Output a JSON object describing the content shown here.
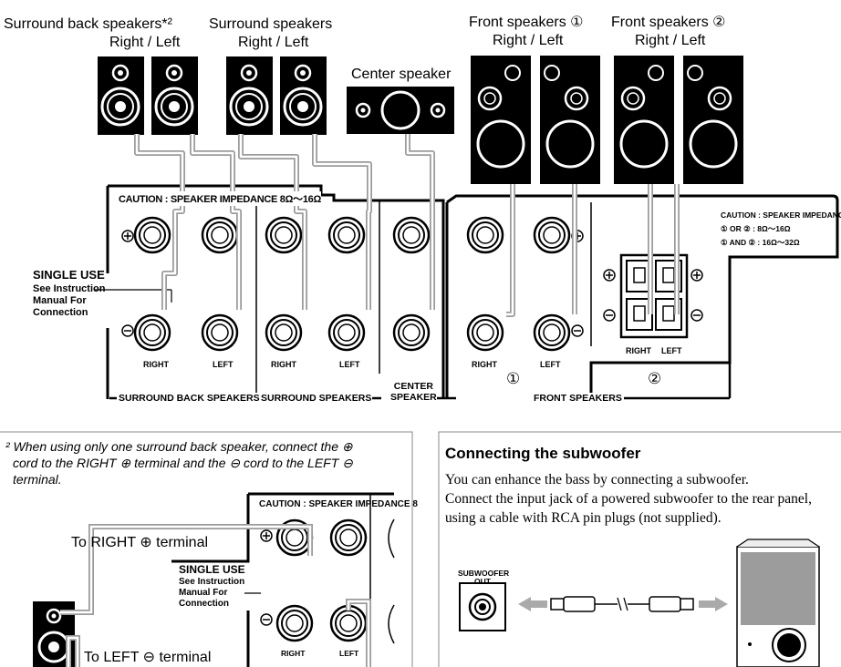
{
  "speaker_labels": {
    "surround_back": "Surround back speakers*²",
    "surround_back_sub": "Right / Left",
    "surround": "Surround speakers",
    "surround_sub": "Right / Left",
    "center": "Center speaker",
    "front1": "Front speakers ①",
    "front1_sub": "Right / Left",
    "front2": "Front speakers ②",
    "front2_sub": "Right / Left"
  },
  "panel": {
    "caution_main": "CAUTION : SPEAKER  IMPEDANCE 8Ω～16Ω",
    "single_use": "SINGLE USE",
    "single_use_note_1": "See Instruction",
    "single_use_note_2": "Manual For",
    "single_use_note_3": "Connection",
    "right": "RIGHT",
    "left": "LEFT",
    "surround_back_speakers": "SURROUND BACK SPEAKERS",
    "surround_speakers": "SURROUND SPEAKERS",
    "center_1": "CENTER",
    "center_2": "SPEAKER",
    "front_speakers": "FRONT SPEAKERS",
    "num1": "①",
    "num2": "②",
    "caution_right_1": "CAUTION : SPEAKER  IMPEDANCE",
    "caution_right_2": "① OR ② :  8Ω～16Ω",
    "caution_right_3": "① AND ② :  16Ω～32Ω"
  },
  "footnote": {
    "line1": "² When using only one surround back speaker, connect the ⊕",
    "line2": "cord to the RIGHT ⊕ terminal and the ⊖ cord to the LEFT ⊖",
    "line3": "terminal.",
    "to_right": "To RIGHT ⊕ terminal",
    "to_left": "To LEFT ⊖ terminal",
    "caution_crop": "CAUTION : SPEAKER  IMPEDANCE 8"
  },
  "subwoofer": {
    "heading": "Connecting the subwoofer",
    "line1": "You can enhance the bass by connecting a subwoofer.",
    "line2": "Connect the input jack of a powered subwoofer to the rear panel,",
    "line3": "using a cable with RCA pin plugs (not supplied).",
    "jack_label_1": "SUBWOOFER",
    "jack_label_2": "OUT"
  }
}
